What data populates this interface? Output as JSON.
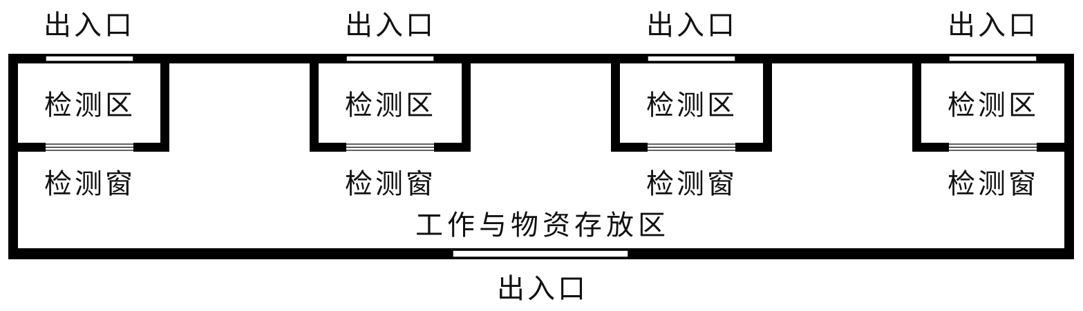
{
  "plan": {
    "rooms": [
      {
        "top_entrance_label": "出入口",
        "room_label": "检测区",
        "window_label": "检测窗"
      },
      {
        "top_entrance_label": "出入口",
        "room_label": "检测区",
        "window_label": "检测窗"
      },
      {
        "top_entrance_label": "出入口",
        "room_label": "检测区",
        "window_label": "检测窗"
      },
      {
        "top_entrance_label": "出入口",
        "room_label": "检测区",
        "window_label": "检测窗"
      }
    ],
    "main_area_label": "工作与物资存放区",
    "bottom_entrance_label": "出入口"
  },
  "colors": {
    "wall": "#000000",
    "opening": "#ffffff",
    "text": "#111111"
  }
}
